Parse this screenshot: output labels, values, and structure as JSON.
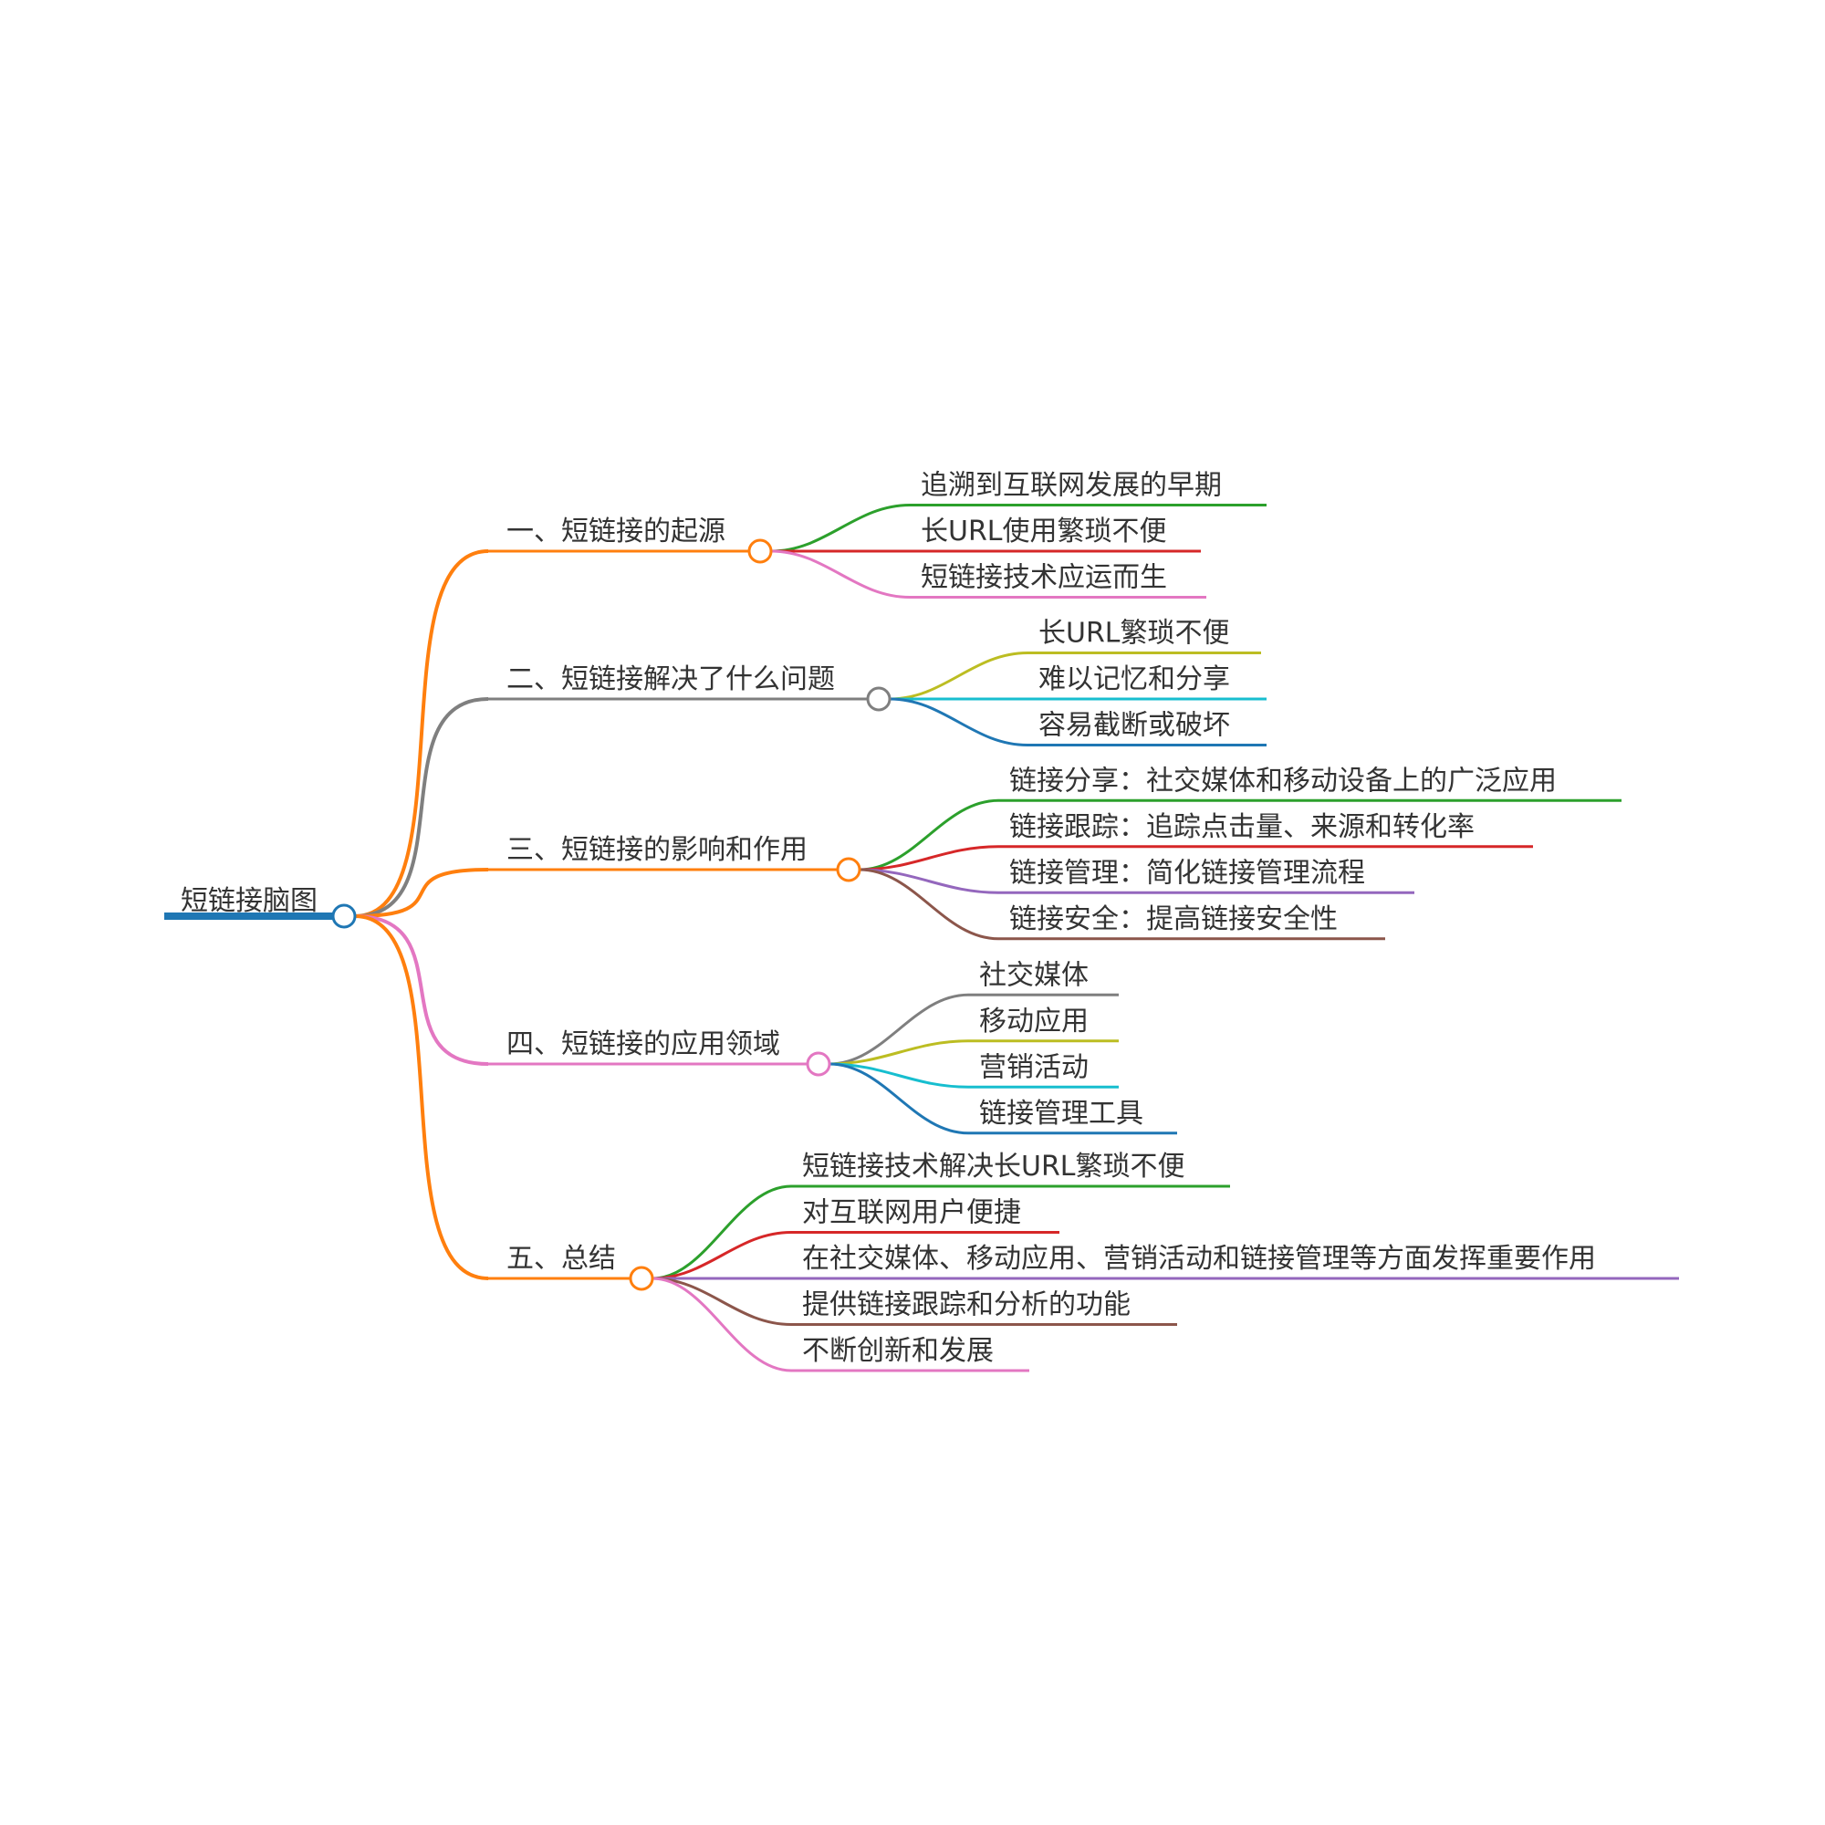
{
  "root": {
    "label": "短链接脑图",
    "color": "#1f77b4"
  },
  "branches": [
    {
      "label": "一、短链接的起源",
      "color": "#ff7f0e",
      "children": [
        {
          "label": "追溯到互联网发展的早期",
          "color": "#2ca02c"
        },
        {
          "label": "长URL使用繁琐不便",
          "color": "#d62728"
        },
        {
          "label": "短链接技术应运而生",
          "color": "#e377c2"
        }
      ]
    },
    {
      "label": "二、短链接解决了什么问题",
      "color": "#7f7f7f",
      "children": [
        {
          "label": "长URL繁琐不便",
          "color": "#bcbd22"
        },
        {
          "label": "难以记忆和分享",
          "color": "#17becf"
        },
        {
          "label": "容易截断或破坏",
          "color": "#1f77b4"
        }
      ]
    },
    {
      "label": "三、短链接的影响和作用",
      "color": "#ff7f0e",
      "children": [
        {
          "label": "链接分享：社交媒体和移动设备上的广泛应用",
          "color": "#2ca02c"
        },
        {
          "label": "链接跟踪：追踪点击量、来源和转化率",
          "color": "#d62728"
        },
        {
          "label": "链接管理：简化链接管理流程",
          "color": "#9467bd"
        },
        {
          "label": "链接安全：提高链接安全性",
          "color": "#8c564b"
        }
      ]
    },
    {
      "label": "四、短链接的应用领域",
      "color": "#e377c2",
      "children": [
        {
          "label": "社交媒体",
          "color": "#7f7f7f"
        },
        {
          "label": "移动应用",
          "color": "#bcbd22"
        },
        {
          "label": "营销活动",
          "color": "#17becf"
        },
        {
          "label": "链接管理工具",
          "color": "#1f77b4"
        }
      ]
    },
    {
      "label": "五、总结",
      "color": "#ff7f0e",
      "children": [
        {
          "label": "短链接技术解决长URL繁琐不便",
          "color": "#2ca02c"
        },
        {
          "label": "对互联网用户便捷",
          "color": "#d62728"
        },
        {
          "label": "在社交媒体、移动应用、营销活动和链接管理等方面发挥重要作用",
          "color": "#9467bd"
        },
        {
          "label": "提供链接跟踪和分析的功能",
          "color": "#8c564b"
        },
        {
          "label": "不断创新和发展",
          "color": "#e377c2"
        }
      ]
    }
  ]
}
